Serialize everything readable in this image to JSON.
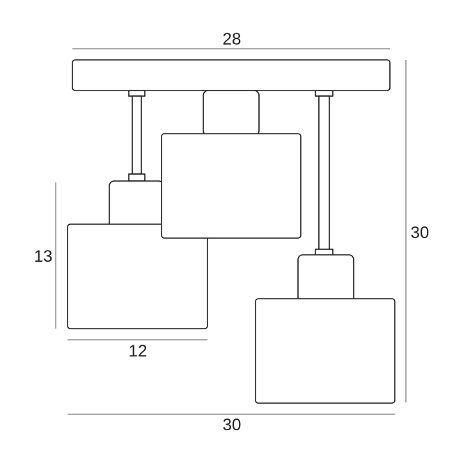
{
  "dimensions": {
    "top_width": "28",
    "total_height": "30",
    "shade_height": "13",
    "shade_width": "12",
    "bottom_width": "30"
  },
  "colors": {
    "line": "#1a1a1a",
    "dimension_line": "#555555",
    "background": "#ffffff"
  }
}
